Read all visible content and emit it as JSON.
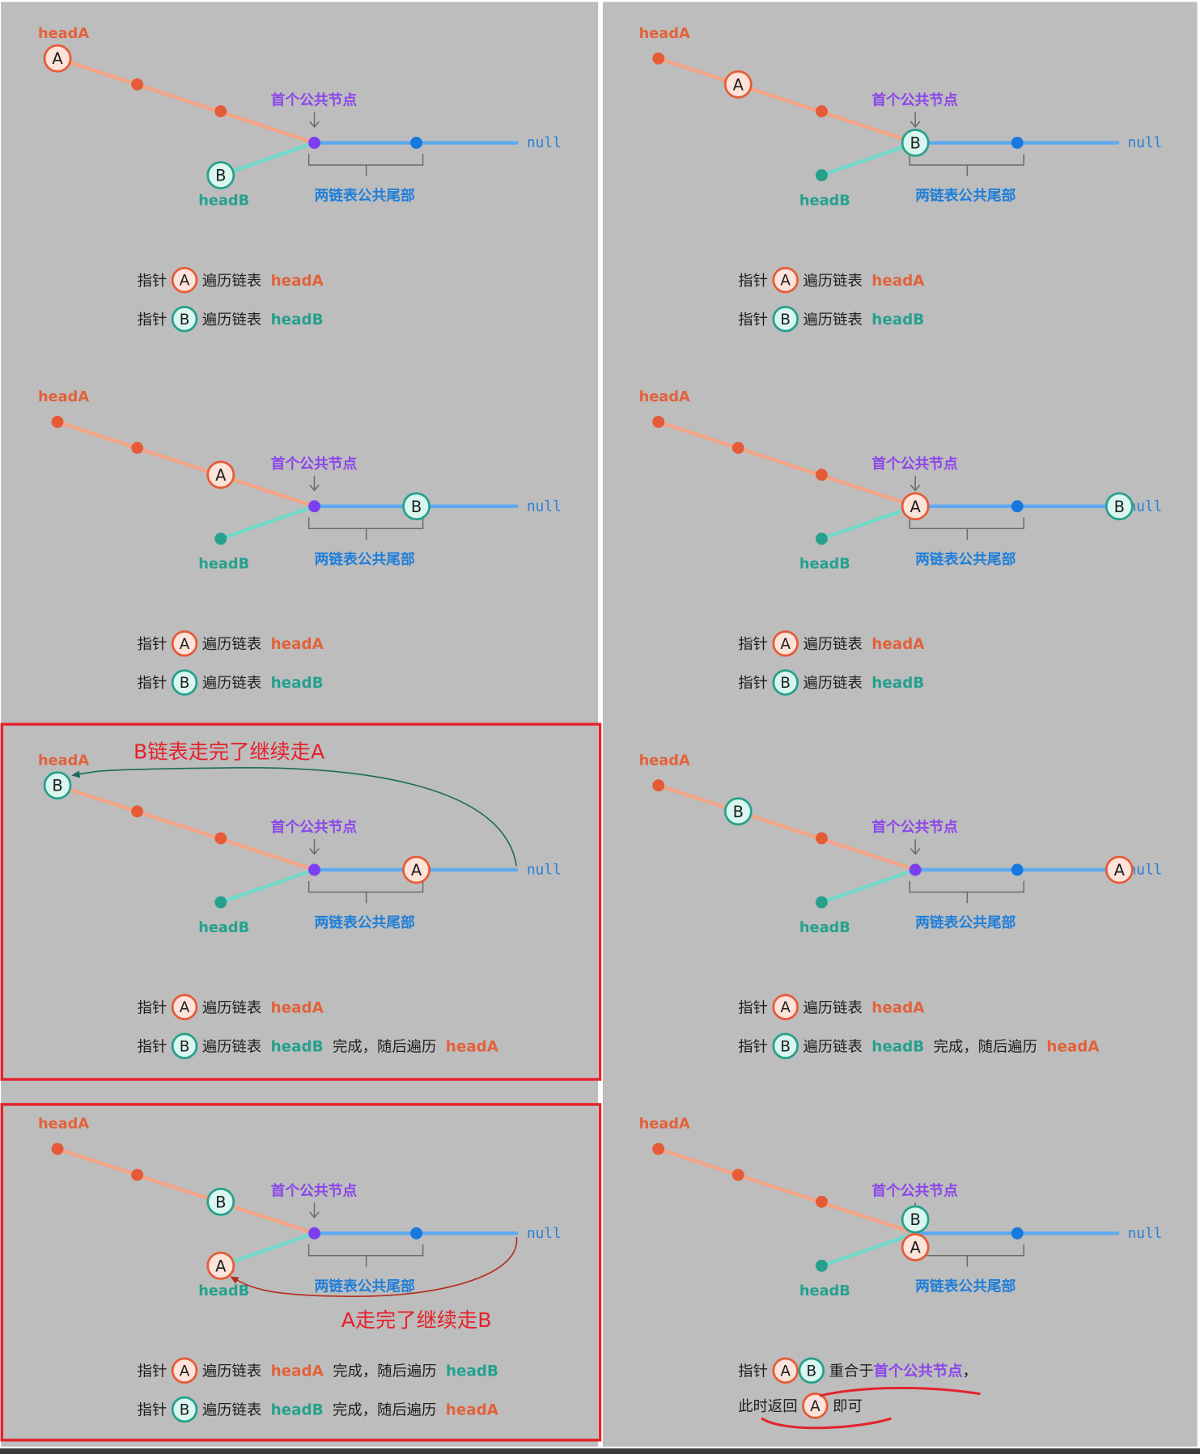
{
  "colors": {
    "panel_background": "#bdbdbd",
    "head_a": "#e2623b",
    "head_b": "#25a18e",
    "first_common_label": "#8c46ea",
    "common_tail_label": "#1f7fd9",
    "null_label": "#2b7fd4",
    "list_a_line": "#f2a487",
    "list_b_line": "#72d8c8",
    "common_line": "#5ea9ee",
    "node_a": "#e55b37",
    "node_b": "#27a08b",
    "node_first_common": "#7c3ef0",
    "node_common": "#1778e0",
    "pointer_a_fill": "#fde3d9",
    "pointer_b_fill": "#d9f6ef",
    "annotation": "#e4222b",
    "text": "#1e1e1e",
    "guide": "#6a6a6a"
  },
  "labels": {
    "head_a": "headA",
    "head_b": "headB",
    "first_common": "首个公共节点",
    "common_tail": "两链表公共尾部",
    "null": "null"
  },
  "pointers": {
    "a": "A",
    "b": "B"
  },
  "panels": [
    {
      "pointer_a": 0,
      "pointer_b": 6,
      "caption": [
        [
          {
            "text": "指针"
          },
          {
            "pointer": "A"
          },
          {
            "text": "遍历链表"
          },
          {
            "text": "headA",
            "color": "#e2623b"
          }
        ],
        [
          {
            "text": "指针"
          },
          {
            "pointer": "B"
          },
          {
            "text": "遍历链表"
          },
          {
            "text": "headB",
            "color": "#25a18e"
          }
        ]
      ]
    },
    {
      "pointer_a": 1,
      "pointer_b": 3,
      "caption": [
        [
          {
            "text": "指针"
          },
          {
            "pointer": "A"
          },
          {
            "text": "遍历链表"
          },
          {
            "text": "headA",
            "color": "#e2623b"
          }
        ],
        [
          {
            "text": "指针"
          },
          {
            "pointer": "B"
          },
          {
            "text": "遍历链表"
          },
          {
            "text": "headB",
            "color": "#25a18e"
          }
        ]
      ]
    },
    {
      "pointer_a": 2,
      "pointer_b": 4,
      "caption": [
        [
          {
            "text": "指针"
          },
          {
            "pointer": "A"
          },
          {
            "text": "遍历链表"
          },
          {
            "text": "headA",
            "color": "#e2623b"
          }
        ],
        [
          {
            "text": "指针"
          },
          {
            "pointer": "B"
          },
          {
            "text": "遍历链表"
          },
          {
            "text": "headB",
            "color": "#25a18e"
          }
        ]
      ]
    },
    {
      "pointer_a": 3,
      "pointer_b": 5,
      "caption": [
        [
          {
            "text": "指针"
          },
          {
            "pointer": "A"
          },
          {
            "text": "遍历链表"
          },
          {
            "text": "headA",
            "color": "#e2623b"
          }
        ],
        [
          {
            "text": "指针"
          },
          {
            "pointer": "B"
          },
          {
            "text": "遍历链表"
          },
          {
            "text": "headB",
            "color": "#25a18e"
          }
        ]
      ]
    },
    {
      "pointer_a": 4,
      "pointer_b": 0,
      "highlight_box": "#e4222b",
      "jump": {
        "from": 5,
        "to": 0,
        "color": "#1d6b5c"
      },
      "annotation": "B链表走完了继续走A",
      "caption": [
        [
          {
            "text": "指针"
          },
          {
            "pointer": "A"
          },
          {
            "text": "遍历链表"
          },
          {
            "text": "headA",
            "color": "#e2623b"
          }
        ],
        [
          {
            "text": "指针"
          },
          {
            "pointer": "B"
          },
          {
            "text": "遍历链表"
          },
          {
            "text": "headB",
            "color": "#25a18e"
          },
          {
            "text": "完成，随后遍历"
          },
          {
            "text": "headA",
            "color": "#e2623b"
          }
        ]
      ]
    },
    {
      "pointer_a": 5,
      "pointer_b": 1,
      "caption": [
        [
          {
            "text": "指针"
          },
          {
            "pointer": "A"
          },
          {
            "text": "遍历链表"
          },
          {
            "text": "headA",
            "color": "#e2623b"
          }
        ],
        [
          {
            "text": "指针"
          },
          {
            "pointer": "B"
          },
          {
            "text": "遍历链表"
          },
          {
            "text": "headB",
            "color": "#25a18e"
          },
          {
            "text": "完成，随后遍历"
          },
          {
            "text": "headA",
            "color": "#e2623b"
          }
        ]
      ]
    },
    {
      "pointer_a": 6,
      "pointer_b": 2,
      "highlight_box": "#e4222b",
      "jump": {
        "from": 5,
        "to": 6,
        "color": "#b22e1e"
      },
      "annotation": "A走完了继续走B",
      "caption": [
        [
          {
            "text": "指针"
          },
          {
            "pointer": "A"
          },
          {
            "text": "遍历链表"
          },
          {
            "text": "headA",
            "color": "#e2623b"
          },
          {
            "text": "完成，随后遍历"
          },
          {
            "text": "headB",
            "color": "#25a18e"
          }
        ],
        [
          {
            "text": "指针"
          },
          {
            "pointer": "B"
          },
          {
            "text": "遍历链表"
          },
          {
            "text": "headB",
            "color": "#25a18e"
          },
          {
            "text": "完成，随后遍历"
          },
          {
            "text": "headA",
            "color": "#e2623b"
          }
        ]
      ]
    },
    {
      "pointer_a": 3,
      "pointer_b": 3,
      "underline": "#e4222b",
      "caption": [
        [
          {
            "text": "指针"
          },
          {
            "pointer": "A"
          },
          {
            "pointer": "B"
          },
          {
            "text": "重合于"
          },
          {
            "text": "首个公共节点",
            "color": "#8c46ea"
          },
          {
            "text": "，"
          }
        ],
        [
          {
            "text": "此时返回"
          },
          {
            "pointer": "A"
          },
          {
            "text": "即可"
          }
        ]
      ]
    }
  ]
}
